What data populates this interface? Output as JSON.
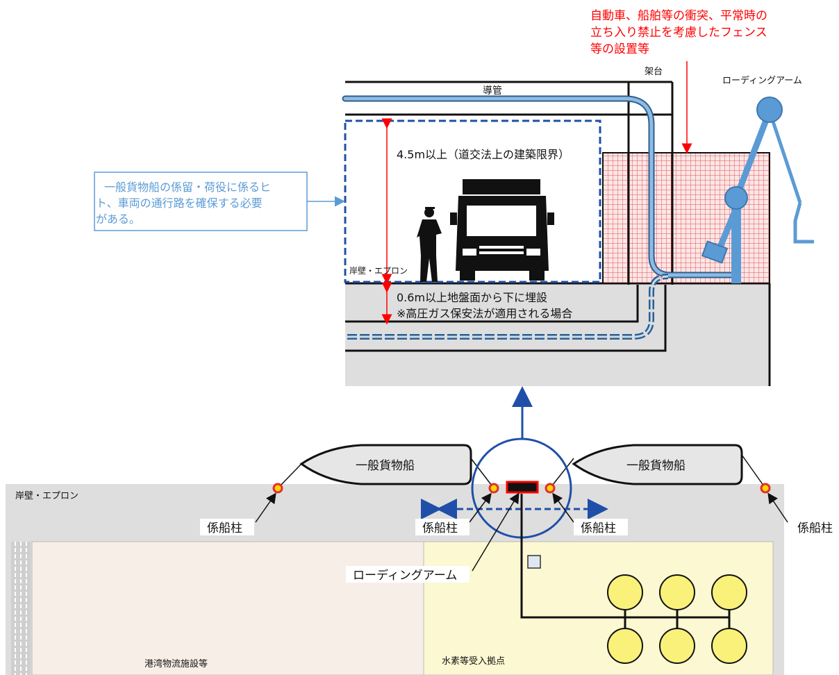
{
  "colors": {
    "pipe": "#5b9bd5",
    "pipe_edge": "#2e5f8f",
    "red_note": "#ff0000",
    "info_blue": "#5b9bd5",
    "dashed_blue": "#1f4fa8",
    "ground": "#dedede",
    "fence_grid": "#e05050",
    "logistics_area": "#f8eee8",
    "hydrogen_area": "#fbf8d2",
    "tank": "#f9f17a",
    "bollard": "#ffd400"
  },
  "section": {
    "fence_note": [
      "自動車、船舶等の衝突、平常時の",
      "立ち入り禁止を考慮したフェンス",
      "等の設置等"
    ],
    "rack_label": "架台",
    "pipe_label": "導管",
    "arm_label": "ローディングアーム",
    "clearance_label": "4.5m以上（道交法上の建築限界）",
    "apron_label": "岸壁・エプロン",
    "burial_line1": "0.6m以上地盤面から下に埋設",
    "burial_line2": "※高圧ガス保安法が適用される場合",
    "info_box": [
      "一般貨物船の係留・荷役に係るヒ",
      "ト、車両の通行路を確保する必要",
      "がある。"
    ]
  },
  "plan": {
    "ship_left": "一般貨物船",
    "ship_right": "一般貨物船",
    "apron_label": "岸壁・エプロン",
    "bollard_label": "係船柱",
    "loading_arm_label": "ローディングアーム",
    "logistics_label": "港湾物流施設等",
    "hydrogen_label": "水素等受入拠点"
  }
}
